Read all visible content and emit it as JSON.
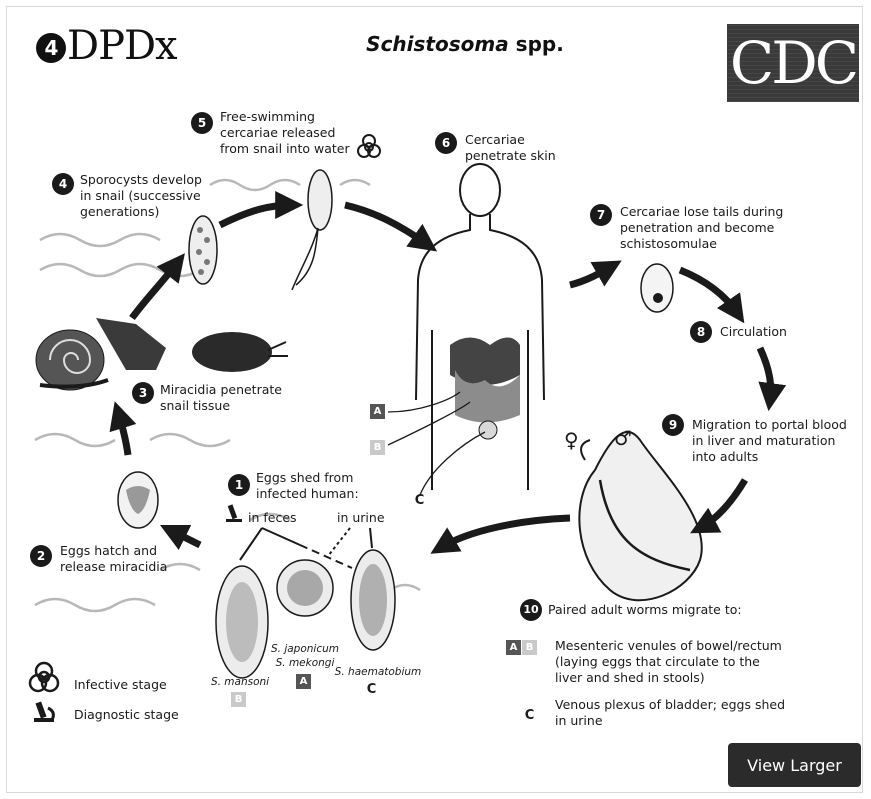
{
  "header": {
    "brand_left": "DPDx",
    "brand_left_mark": "4",
    "title_genus": "Schistosoma",
    "title_suffix": " spp.",
    "brand_right": "CDC"
  },
  "steps": [
    {
      "num": "1",
      "text_line1": "Eggs shed from",
      "text_line2": "infected human:"
    },
    {
      "num": "2",
      "text_line1": "Eggs hatch and",
      "text_line2": "release miracidia"
    },
    {
      "num": "3",
      "text_line1": "Miracidia penetrate",
      "text_line2": "snail tissue"
    },
    {
      "num": "4",
      "text_line1": "Sporocysts develop",
      "text_line2": "in snail (successive",
      "text_line3": "generations)"
    },
    {
      "num": "5",
      "text_line1": "Free-swimming",
      "text_line2": "cercariae released",
      "text_line3": "from snail into water"
    },
    {
      "num": "6",
      "text_line1": "Cercariae",
      "text_line2": "penetrate skin"
    },
    {
      "num": "7",
      "text_line1": "Cercariae lose tails during",
      "text_line2": "penetration and become",
      "text_line3": "schistosomulae"
    },
    {
      "num": "8",
      "text_line1": "Circulation"
    },
    {
      "num": "9",
      "text_line1": "Migration to portal blood",
      "text_line2": "in liver and maturation",
      "text_line3": "into adults"
    },
    {
      "num": "10",
      "text_line1": "Paired adult worms migrate to:"
    }
  ],
  "egg_sources": {
    "feces": "in feces",
    "urine": "in urine"
  },
  "species": {
    "mansoni": "S. mansoni",
    "japonicum": "S. japonicum",
    "mekongi": "S. mekongi",
    "haematobium": "S. haematobium"
  },
  "tags": {
    "a": "A",
    "b": "B",
    "c": "C"
  },
  "destinations": [
    {
      "tags": "A B",
      "line1": "Mesenteric venules of bowel/rectum",
      "line2": "(laying eggs that circulate to the",
      "line3": "liver and shed in stools)"
    },
    {
      "tags": "C",
      "line1": "Venous plexus of bladder; eggs shed",
      "line2": "in urine"
    }
  ],
  "sex_symbols": {
    "female": "♀",
    "male": "♂"
  },
  "legend": {
    "infective": "Infective stage",
    "diagnostic": "Diagnostic stage",
    "infective_icon": "biohazard-icon",
    "diagnostic_icon": "microscope-icon"
  },
  "actions": {
    "view_larger": "View Larger"
  },
  "colors": {
    "ink": "#1a1a1a",
    "water": "#b8b8b8",
    "tag_dark": "#555555",
    "tag_light": "#c9c9c9",
    "button": "#2b2b2b"
  }
}
